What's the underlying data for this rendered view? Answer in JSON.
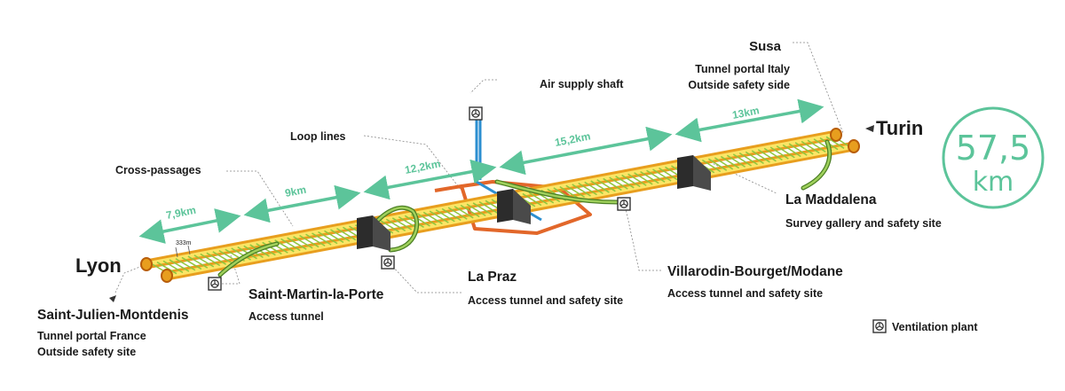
{
  "colors": {
    "rail_outer": "#e89e1e",
    "rail_inner": "#fbe566",
    "ladder": "#8ec63f",
    "loop": "#e2672a",
    "air_shaft": "#2c8fd0",
    "dimension": "#5cc49a",
    "leader": "#888888"
  },
  "endpoints": {
    "lyon": "Lyon",
    "turin": "Turin"
  },
  "sites": {
    "susa": {
      "name": "Susa",
      "line1": "Tunnel portal Italy",
      "line2": "Outside safety side"
    },
    "saint_julien": {
      "name": "Saint-Julien-Montdenis",
      "line1": "Tunnel portal France",
      "line2": "Outside safety site"
    },
    "saint_martin": {
      "name": "Saint-Martin-la-Porte",
      "line1": "Access tunnel"
    },
    "la_praz": {
      "name": "La Praz",
      "line1": "Access tunnel and safety site"
    },
    "villarodin": {
      "name": "Villarodin-Bourget/Modane",
      "line1": "Access tunnel and safety site"
    },
    "la_maddalena": {
      "name": "La Maddalena",
      "line1": "Survey gallery and safety site"
    }
  },
  "features": {
    "air_supply_shaft": "Air supply shaft",
    "loop_lines": "Loop lines",
    "cross_passages": "Cross-passages",
    "spacing": "333m"
  },
  "distances": [
    "7,9km",
    "9km",
    "12,2km",
    "15,2km",
    "13km"
  ],
  "total_length": {
    "value": "57,5",
    "unit": "km"
  },
  "legend": {
    "icon": "ventilation-plant-icon",
    "label": "Ventilation plant"
  }
}
